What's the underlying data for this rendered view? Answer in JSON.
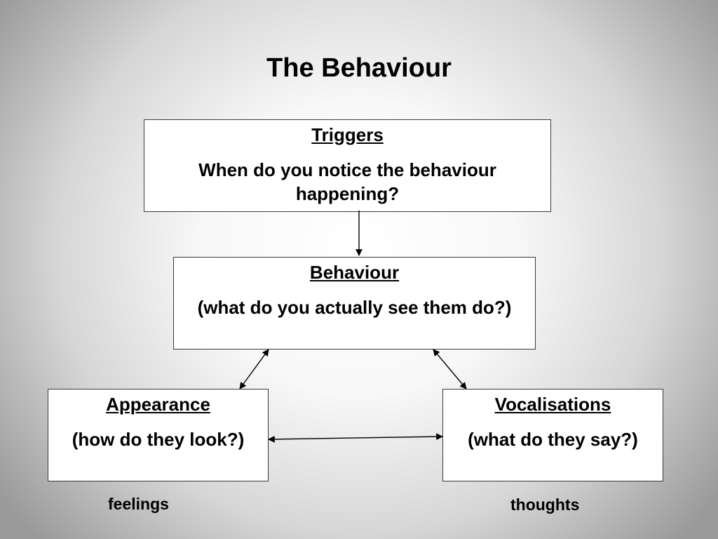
{
  "title": "The Behaviour",
  "boxes": {
    "triggers": {
      "heading": "Triggers",
      "body": "When do you notice the behaviour happening?"
    },
    "behaviour": {
      "heading": "Behaviour",
      "body": "(what do you actually see them do?)"
    },
    "appearance": {
      "heading": "Appearance",
      "body": "(how do they look?)"
    },
    "vocalisations": {
      "heading": "Vocalisations",
      "body": "(what do they say?)"
    }
  },
  "captions": {
    "feelings": "feelings",
    "thoughts": "thoughts"
  },
  "edges": [
    {
      "from": "triggers",
      "to": "behaviour",
      "direction": "one-way"
    },
    {
      "from": "behaviour",
      "to": "appearance",
      "direction": "two-way"
    },
    {
      "from": "behaviour",
      "to": "vocalisations",
      "direction": "two-way"
    },
    {
      "from": "appearance",
      "to": "vocalisations",
      "direction": "two-way"
    }
  ]
}
